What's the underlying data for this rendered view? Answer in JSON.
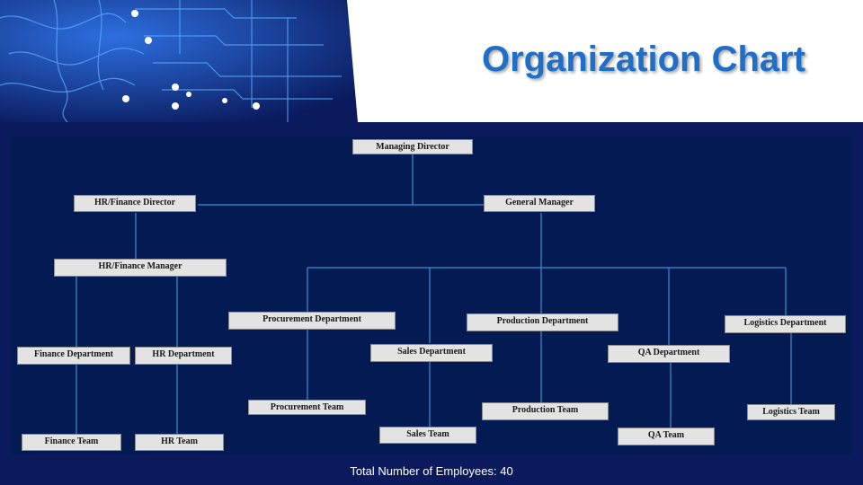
{
  "title": "Organization Chart",
  "footer": "Total Number  of Employees: 40",
  "colors": {
    "background": "#0a1a5c",
    "chart_area": "#041a52",
    "title": "#1f6fc6",
    "box": "#e3e3e3",
    "line": "#3d8fd6"
  },
  "nodes": {
    "managing_director": "Managing Director",
    "hr_finance_director": "HR/Finance Director",
    "general_manager": "General Manager",
    "hr_finance_manager": "HR/Finance Manager",
    "finance_department": "Finance Department",
    "hr_department": "HR Department",
    "finance_team": "Finance Team",
    "hr_team": "HR Team",
    "procurement_department": "Procurement Department",
    "procurement_team": "Procurement Team",
    "sales_department": "Sales Department",
    "sales_team": "Sales Team",
    "production_department": "Production Department",
    "production_team": "Production Team",
    "qa_department": "QA Department",
    "qa_team": "QA Team",
    "logistics_department": "Logistics Department",
    "logistics_team": "Logistics Team"
  }
}
